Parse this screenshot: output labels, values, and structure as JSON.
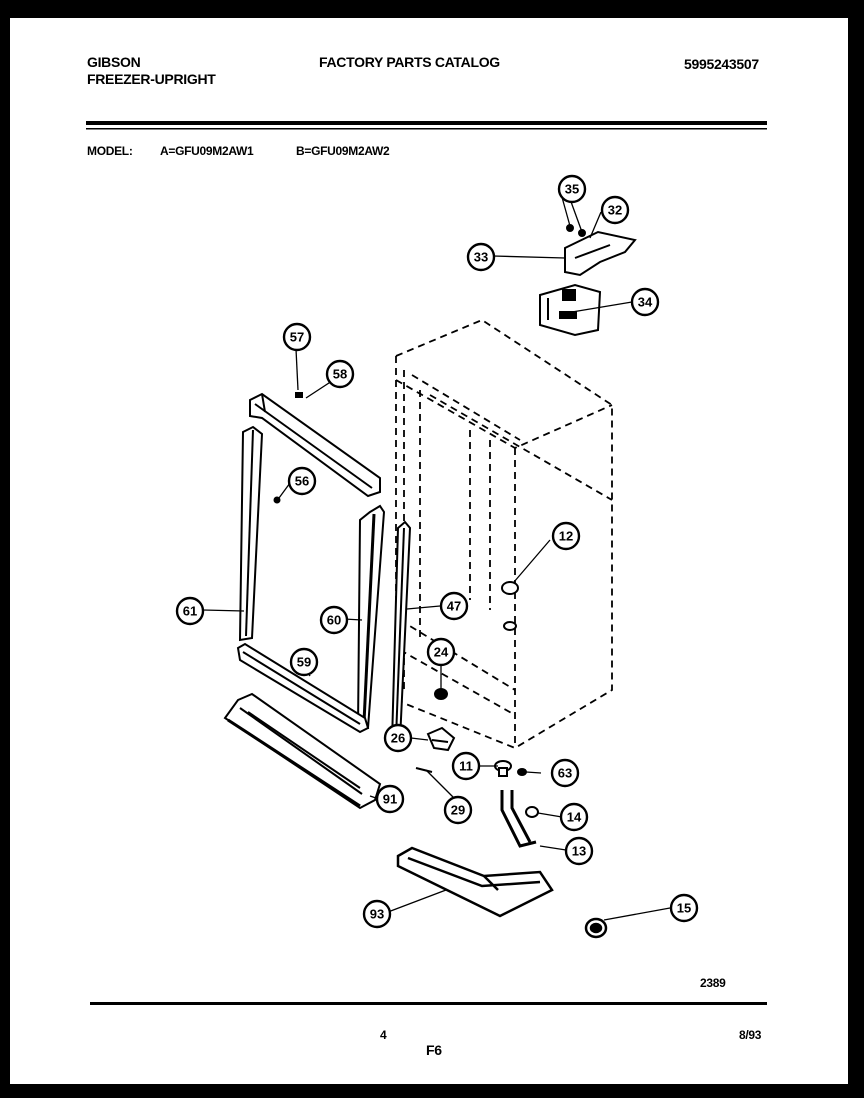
{
  "header": {
    "brand": "GIBSON",
    "product": "FREEZER-UPRIGHT",
    "catalog_title": "FACTORY PARTS CATALOG",
    "catalog_number": "5995243507"
  },
  "model_line": {
    "label": "MODEL:",
    "model_a": "A=GFU09M2AW1",
    "model_b": "B=GFU09M2AW2"
  },
  "callouts": [
    "35",
    "32",
    "33",
    "34",
    "57",
    "58",
    "56",
    "12",
    "61",
    "60",
    "47",
    "24",
    "59",
    "26",
    "11",
    "63",
    "91",
    "29",
    "14",
    "13",
    "93",
    "15"
  ],
  "footer": {
    "drawing_number": "2389",
    "page_number": "4",
    "section": "F6",
    "date": "8/93"
  },
  "colors": {
    "ink": "#000000",
    "paper": "#ffffff",
    "border": "#000000"
  }
}
